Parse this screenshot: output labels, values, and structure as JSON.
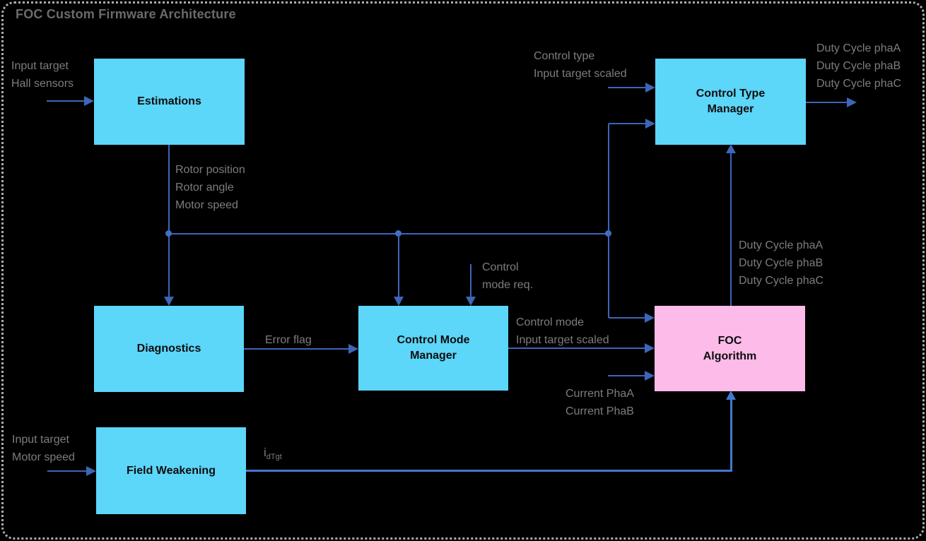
{
  "title": "FOC Custom Firmware Architecture",
  "colors": {
    "bg": "#000000",
    "box_cyan": "#5CD6F9",
    "box_pink": "#FCBBE9",
    "line_blue": "#3C66B8",
    "line_bright": "#4677CF",
    "dot_blue": "#4070C8",
    "label_gray": "#7D7D7D",
    "box_text": "#0D0D0D",
    "border_gray": "#ACACAC"
  },
  "blocks": {
    "estimations": "Estimations",
    "diagnostics": "Diagnostics",
    "control_mode_manager": "Control Mode\nManager",
    "control_type_manager": "Control Type\nManager",
    "field_weakening": "Field Weakening",
    "foc_algorithm": "FOC\nAlgorithm"
  },
  "labels": {
    "estimations_inputs": "Input target\nHall sensors",
    "estimations_outputs": "Rotor position\nRotor angle\nMotor speed",
    "ctm_inputs": "Control type\nInput target scaled",
    "duty_cycle_out": "Duty Cycle phaA\nDuty Cycle phaB\nDuty Cycle phaC",
    "control_mode_req": "Control\nmode req.",
    "error_flag": "Error flag",
    "cmm_outputs": "Control mode\nInput target scaled",
    "duty_cycle_foc": "Duty Cycle phaA\nDuty Cycle phaB\nDuty Cycle phaC",
    "currents": "Current PhaA\nCurrent PhaB",
    "fw_inputs": "Input target\nMotor speed",
    "idtgt_main": "i",
    "idtgt_sub": "dTgt"
  }
}
